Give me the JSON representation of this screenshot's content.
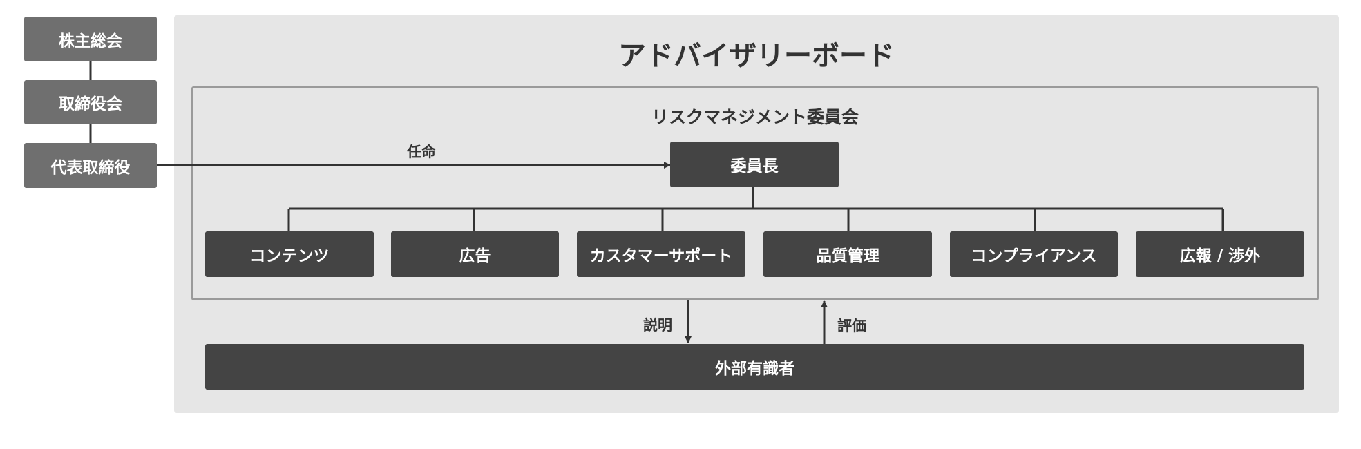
{
  "governance": {
    "shareholders": "株主総会",
    "board": "取締役会",
    "ceo": "代表取締役"
  },
  "advisory": {
    "title": "アドバイザリーボード"
  },
  "committee": {
    "title": "リスクマネジメント委員会",
    "chair": "委員長",
    "members": [
      "コンテンツ",
      "広告",
      "カスタマーサポート",
      "品質管理",
      "コンプライアンス",
      "広報 / 渉外"
    ]
  },
  "relations": {
    "appoint": "任命",
    "explain": "説明",
    "evaluate": "評価"
  },
  "external": {
    "label": "外部有識者"
  }
}
